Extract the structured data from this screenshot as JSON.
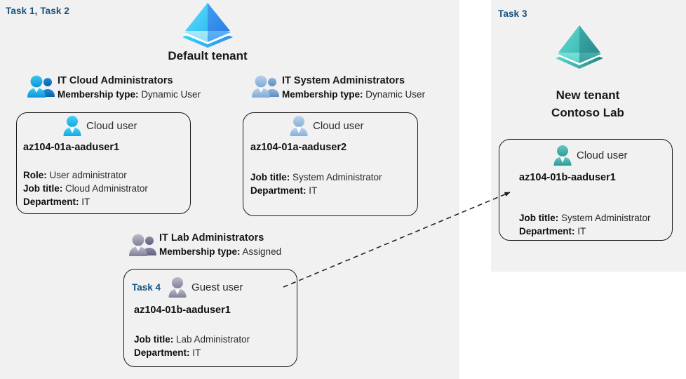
{
  "panels": {
    "left": {
      "label": "Task 1, Task 2"
    },
    "right": {
      "label": "Task 3"
    }
  },
  "tenants": [
    {
      "id": "default-tenant",
      "icon": "azure-ad-tenant-icon",
      "title": "Default tenant",
      "color": "#32A2F0"
    },
    {
      "id": "contoso-lab-tenant",
      "icon": "azure-ad-tenant-icon",
      "title_line1": "New  tenant",
      "title_line2": "Contoso Lab",
      "color": "#3FB8B0"
    }
  ],
  "groups": [
    {
      "id": "it-cloud-administrators",
      "icon": "group-users-icon",
      "icon_color": "#17A7E0",
      "name": "IT Cloud Administrators",
      "membership_label": "Membership type:",
      "membership_value": "Dynamic User",
      "card": {
        "id": "card-az104-01a-aaduser1",
        "role_icon": "cloud-user-icon",
        "role_icon_color": "#29BEEF",
        "role_text": "Cloud user",
        "user": "az104-01a-aaduser1",
        "attrs": [
          {
            "label": "Role:",
            "value": "User administrator"
          },
          {
            "label": "Job title:",
            "value": "Cloud Administrator"
          },
          {
            "label": "Department:",
            "value": "IT"
          }
        ]
      }
    },
    {
      "id": "it-system-administrators",
      "icon": "group-users-icon",
      "icon_color": "#8FB4DC",
      "name": "IT System Administrators",
      "membership_label": "Membership type:",
      "membership_value": "Dynamic User",
      "card": {
        "id": "card-az104-01a-aaduser2",
        "role_icon": "cloud-user-icon",
        "role_icon_color": "#9DBEE0",
        "role_text": "Cloud user",
        "user": "az104-01a-aaduser2",
        "attrs": [
          {
            "label": "Job title:",
            "value": "System Administrator"
          },
          {
            "label": "Department:",
            "value": "IT"
          }
        ]
      }
    },
    {
      "id": "it-lab-administrators",
      "icon": "group-users-icon",
      "icon_color": "#8D8FA8",
      "name": "IT Lab Administrators",
      "membership_label": "Membership type:",
      "membership_value": "Assigned",
      "card": {
        "id": "card-az104-01b-aaduser1-guest",
        "task_tag": "Task 4",
        "role_icon": "guest-user-icon",
        "role_icon_color": "#9194AB",
        "role_text": "Guest user",
        "user": "az104-01b-aaduser1",
        "attrs": [
          {
            "label": "Job title:",
            "value": "Lab Administrator"
          },
          {
            "label": "Department:",
            "value": "IT"
          }
        ]
      }
    }
  ],
  "remote_card": {
    "id": "card-az104-01b-aaduser1-cloud",
    "role_icon": "cloud-user-icon",
    "role_icon_color": "#3FAFAB",
    "role_text": "Cloud user",
    "user": "az104-01b-aaduser1",
    "attrs": [
      {
        "label": "Job title:",
        "value": "System Administrator"
      },
      {
        "label": "Department:",
        "value": "IT"
      }
    ]
  },
  "connector": {
    "id": "guest-to-cloud-user-arrow",
    "style": "dashed",
    "color": "#1a1a1a"
  }
}
